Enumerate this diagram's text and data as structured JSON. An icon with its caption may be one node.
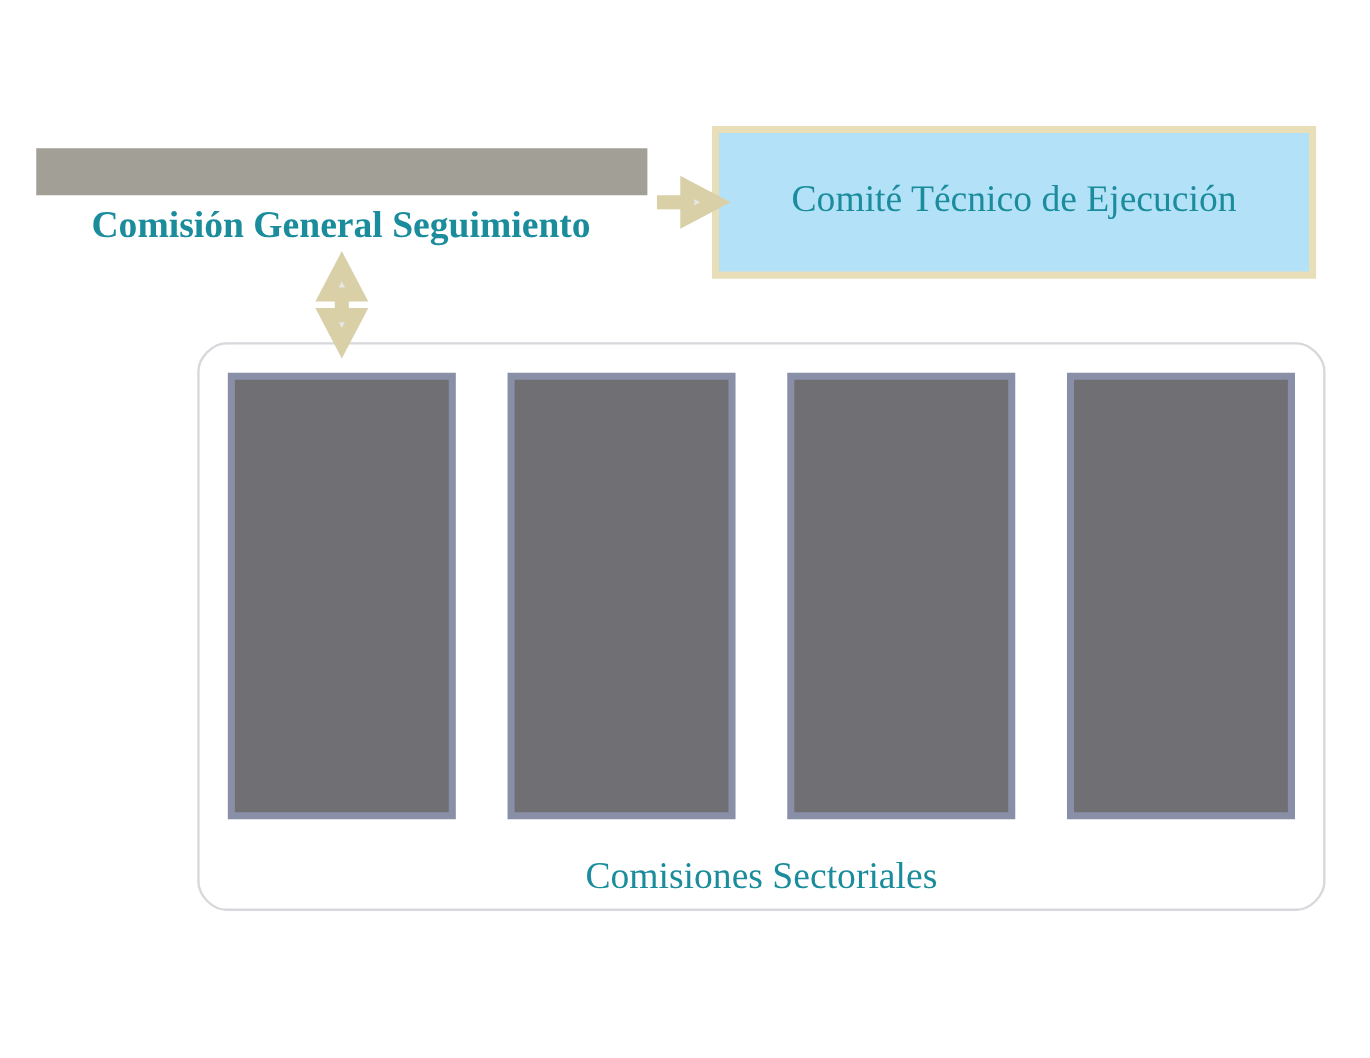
{
  "diagram": {
    "nodes": [
      {
        "text": [
          "Comisión General Seguimiento"
        ]
      },
      {
        "text": [
          "Comité Técnico de Ejecución"
        ]
      },
      {
        "text": [
          "Comisiones Sectoriales"
        ]
      },
      {
        "text": [],
        "shape": "bar",
        "in": 2
      },
      {
        "text": [],
        "shape": "bar",
        "in": 2
      },
      {
        "text": [],
        "shape": "bar",
        "in": 2
      },
      {
        "text": [],
        "shape": "bar",
        "in": 2
      }
    ],
    "edges": [
      {
        "from": 0,
        "to": 2,
        "arrow": "both"
      },
      {
        "from": 0,
        "to": 1,
        "arrow": "to"
      }
    ]
  }
}
